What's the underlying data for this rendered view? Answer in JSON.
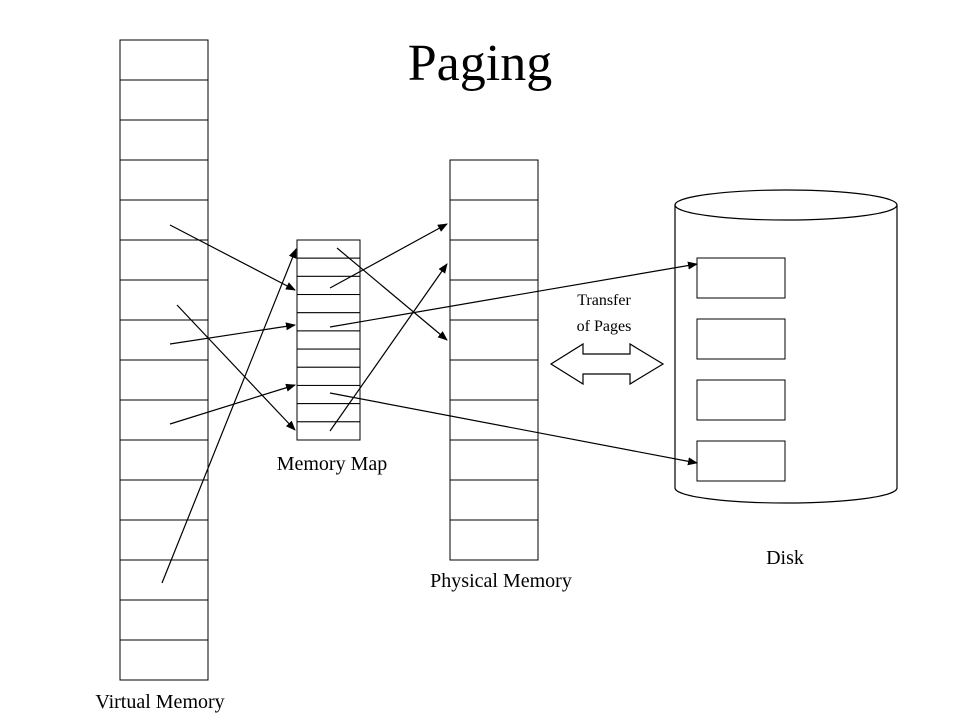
{
  "title": "Paging",
  "labels": {
    "virtual_memory": "Virtual Memory",
    "memory_map": "Memory Map",
    "physical_memory": "Physical Memory",
    "disk": "Disk",
    "transfer_line1": "Transfer",
    "transfer_line2": "of Pages"
  },
  "virtual_memory": {
    "pages": 16
  },
  "memory_map": {
    "entries": 11
  },
  "physical_memory": {
    "frames": 10
  },
  "disk": {
    "blocks": 4
  },
  "colors": {
    "stroke": "#000000",
    "fill": "#ffffff",
    "text": "#000000"
  }
}
